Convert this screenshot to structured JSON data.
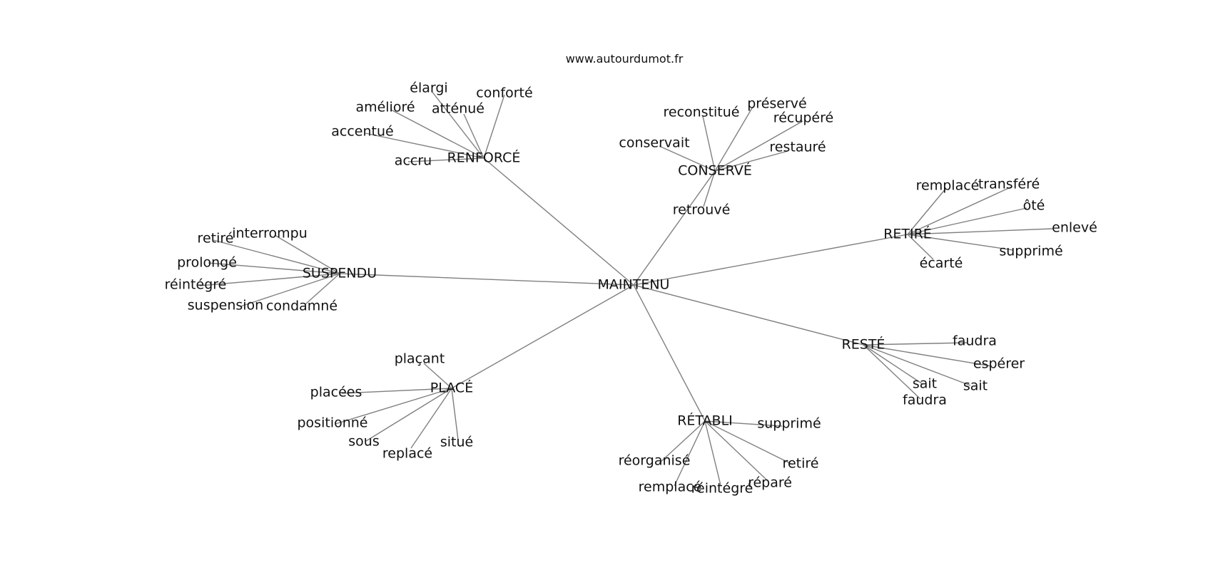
{
  "caption": "www.autourdumot.fr",
  "colors": {
    "edge": "#808080",
    "text": "#111111",
    "background": "#ffffff"
  },
  "graph": {
    "center": "MAINTENU",
    "clusters": [
      {
        "hub": "RENFORCÉ",
        "leaves": [
          "élargi",
          "conforté",
          "amélioré",
          "atténué",
          "accentué",
          "accru"
        ]
      },
      {
        "hub": "CONSERVÉ",
        "leaves": [
          "préservé",
          "reconstitué",
          "récupéré",
          "conservait",
          "restauré",
          "retrouvé"
        ]
      },
      {
        "hub": "RETIRÉ",
        "leaves": [
          "remplacé",
          "transféré",
          "ôté",
          "enlevé",
          "supprimé",
          "écarté"
        ]
      },
      {
        "hub": "SUSPENDU",
        "leaves": [
          "retiré",
          "interrompu",
          "prolongé",
          "réintégré",
          "suspension",
          "condamné"
        ]
      },
      {
        "hub": "RESTÉ",
        "leaves": [
          "faudra",
          "espérer",
          "sait",
          "sait",
          "faudra"
        ]
      },
      {
        "hub": "PLACÉ",
        "leaves": [
          "plaçant",
          "placées",
          "positionné",
          "sous",
          "replacé",
          "situé"
        ]
      },
      {
        "hub": "RÉTABLI",
        "leaves": [
          "supprimé",
          "réorganisé",
          "retiré",
          "remplacé",
          "réintégré",
          "réparé"
        ]
      }
    ]
  }
}
